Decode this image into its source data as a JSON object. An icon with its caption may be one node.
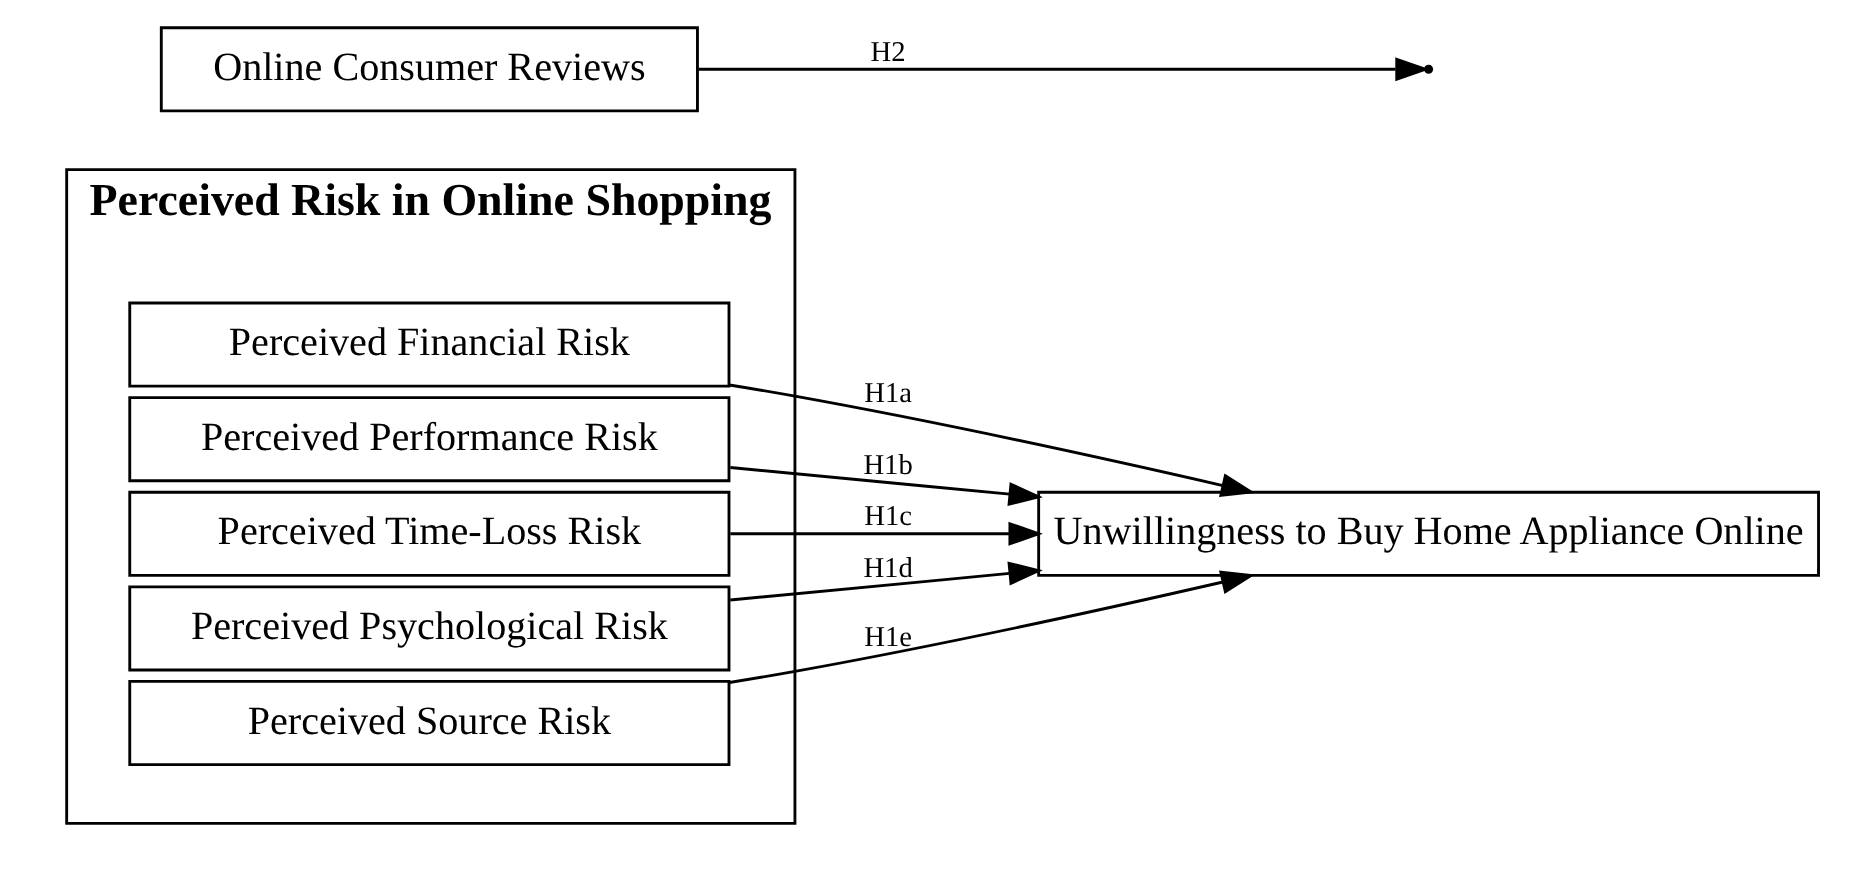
{
  "diagram": {
    "nodes": [
      {
        "text": [
          "Perceived Risk in Online Shopping"
        ]
      },
      {
        "text": [
          "Perceived Financial Risk"
        ],
        "in": 0
      },
      {
        "text": [
          "Perceived Performance Risk"
        ],
        "in": 0
      },
      {
        "text": [
          "Perceived Time-Loss Risk"
        ],
        "in": 0
      },
      {
        "text": [
          "Perceived Psychological Risk"
        ],
        "in": 0
      },
      {
        "text": [
          "Perceived Source Risk"
        ],
        "in": 0
      },
      {
        "text": [
          "Unwillingness to Buy Home Appliance Online"
        ]
      },
      {
        "text": [
          "Online Consumer Reviews"
        ]
      }
    ],
    "edges": [
      {
        "from": 1,
        "to": 6,
        "arrow": "to",
        "label": "H1a"
      },
      {
        "from": 2,
        "to": 6,
        "arrow": "to",
        "label": "H1b"
      },
      {
        "from": 3,
        "to": 6,
        "arrow": "to",
        "label": "H1c"
      },
      {
        "from": 4,
        "to": 6,
        "arrow": "to",
        "label": "H1d"
      },
      {
        "from": 5,
        "to": 6,
        "arrow": "to",
        "label": "H1e"
      },
      {
        "from": 7,
        "to": null,
        "arrow": "to",
        "label": "H2"
      }
    ]
  }
}
